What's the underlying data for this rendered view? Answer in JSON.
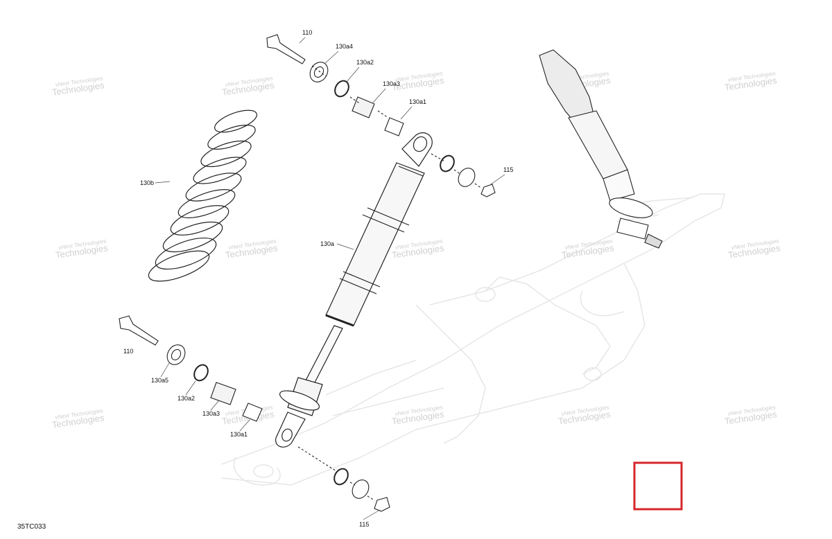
{
  "diagram_code": "35TC033",
  "watermark": {
    "line1": "vNext Technologies",
    "line2": "Technologies"
  },
  "callouts": {
    "top_bolt": "110",
    "top_seal": "130a4",
    "top_ring": "130a2",
    "top_sleeve": "130a3",
    "top_bushing": "130a1",
    "top_nut": "115",
    "spring": "130b",
    "shock": "130a",
    "bottom_bolt": "110",
    "bottom_seal": "130a5",
    "bottom_ring": "130a2",
    "bottom_sleeve": "130a3",
    "bottom_bushing": "130a1",
    "bottom_nut": "115"
  },
  "highlight_box_color": "#d6262b"
}
